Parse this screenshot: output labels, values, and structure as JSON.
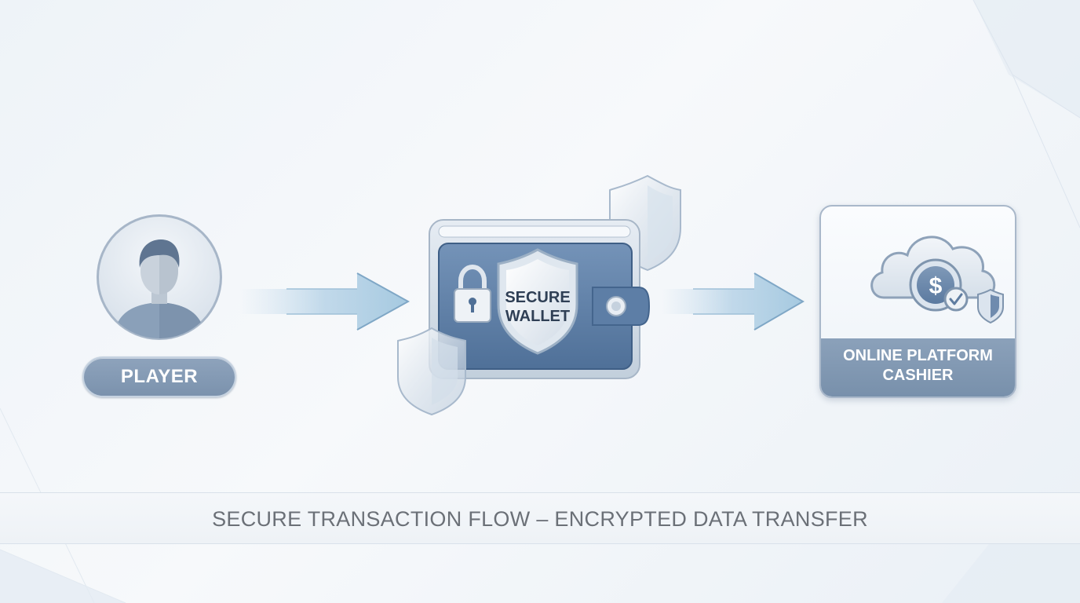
{
  "nodes": {
    "player": {
      "label": "PLAYER"
    },
    "wallet": {
      "line1": "SECURE",
      "line2": "WALLET"
    },
    "cashier": {
      "line1": "ONLINE PLATFORM",
      "line2": "CASHIER"
    }
  },
  "footer": {
    "caption": "SECURE TRANSACTION FLOW – ENCRYPTED DATA TRANSFER"
  },
  "icons": {
    "player": "user-avatar-icon",
    "wallet": "wallet-icon",
    "lock": "padlock-icon",
    "shield": "shield-icon",
    "cloud": "cloud-icon",
    "coin": "dollar-coin-icon",
    "check": "checkmark-badge-icon",
    "arrow": "right-arrow-icon"
  },
  "colors": {
    "accent": "#6d89ab",
    "wallet_face": "#5b7ea6",
    "label_fill": "#7f95af",
    "footer_text": "#6b7077",
    "background": "#eef3f8"
  }
}
